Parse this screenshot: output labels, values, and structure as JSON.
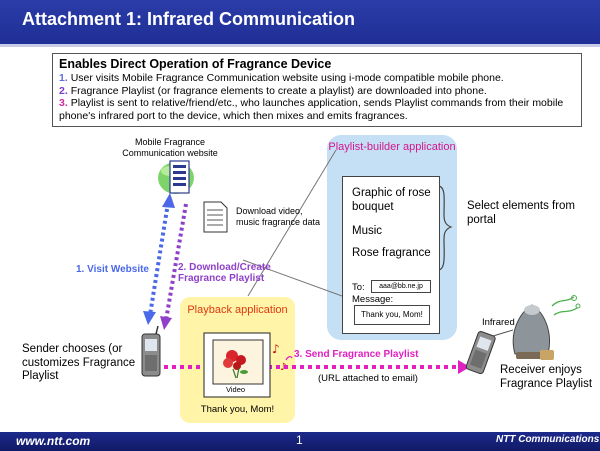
{
  "title": "Attachment 1: Infrared Communication",
  "summary": {
    "heading": "Enables Direct Operation of Fragrance Device",
    "items": [
      {
        "num": "1.",
        "text": "User visits Mobile Fragrance Communication website using i-mode compatible mobile phone.",
        "num_color": "#5f6ee0"
      },
      {
        "num": "2.",
        "text": "Fragrance Playlist (or fragrance elements to create a playlist) are downloaded into phone.",
        "num_color": "#7a3cc8"
      },
      {
        "num": "3.",
        "text": "Playlist is sent to relative/friend/etc., who launches application, sends Playlist commands from their mobile phone's infrared port to the device, which then mixes and emits fragrances.",
        "num_color": "#d02a9c"
      }
    ]
  },
  "website_label": "Mobile Fragrance Communication website",
  "download_label": "Download video, music fragrance data",
  "builder": {
    "title": "Playlist-builder application",
    "items": [
      "Graphic of rose bouquet",
      "Music",
      "Rose fragrance"
    ],
    "to_label": "To:",
    "to_value": "aaa@bb.ne.jp",
    "message_label": "Message:",
    "message_value": "Thank you, Mom!"
  },
  "select_elements": "Select elements from portal",
  "arrows": {
    "visit": "1. Visit Website",
    "download": "2. Download/Create Fragrance Playlist",
    "send": "3. Send Fragrance Playlist",
    "url_note": "(URL attached to email)"
  },
  "playback": {
    "title": "Playback application",
    "video_label": "Video",
    "message": "Thank you, Mom!"
  },
  "sender": "Sender chooses (or customizes Fragrance Playlist",
  "receiver": "Receiver enjoys Fragrance Playlist",
  "infrared": "Infrared",
  "footer": {
    "url": "www.ntt.com",
    "page": "1",
    "logo": "NTT Communications"
  },
  "colors": {
    "title_bar": "#1f2f96",
    "visit_arrow": "#4a68e8",
    "download_arrow": "#9040c8",
    "send_arrow": "#e020c0",
    "builder_panel": "#c5e0f5",
    "playback_panel": "#fff4a8",
    "builder_title": "#d4148c",
    "playback_title": "#e03a10"
  }
}
